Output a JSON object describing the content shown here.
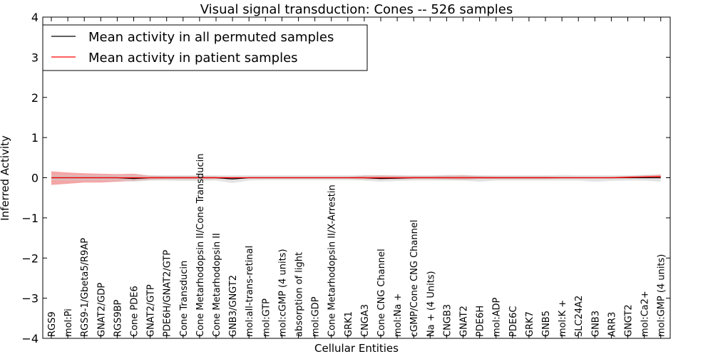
{
  "chart_data": {
    "type": "line",
    "title": "Visual signal transduction: Cones -- 526 samples",
    "xlabel": "Cellular Entities",
    "ylabel": "Inferred Activity",
    "ylim": [
      -4,
      4
    ],
    "yticks": [
      "−4",
      "−3",
      "−2",
      "−1",
      "0",
      "1",
      "2",
      "3",
      "4"
    ],
    "grid": false,
    "legend_position": "top-left",
    "categories": [
      "RGS9",
      "mol:Pi",
      "RGS9-1/Gbeta5/R9AP",
      "GNAT2/GDP",
      "RGS9BP",
      "Cone PDE6",
      "GNAT2/GTP",
      "PDE6H/GNAT2/GTP",
      "Cone Transducin",
      "Cone Metarhodopsin II/Cone Transducin",
      "Cone Metarhodopsin II",
      "GNB3/GNGT2",
      "mol:all-trans-retinal",
      "mol:GTP",
      "mol:cGMP (4 units)",
      "absorption of light",
      "mol:GDP",
      "Cone Metarhodopsin II/X-Arrestin",
      "GRK1",
      "CNGA3",
      "Cone CNG Channel",
      "mol:Na +",
      "cGMP/Cone CNG Channel",
      "Na + (4 Units)",
      "CNGB3",
      "GNAT2",
      "PDE6H",
      "mol:ADP",
      "PDE6C",
      "GRK7",
      "GNB5",
      "mol:K +",
      "SLC24A2",
      "GNB3",
      "ARR3",
      "GNGT2",
      "mol:Ca2+",
      "mol:GMP (4 units)"
    ],
    "series": [
      {
        "name": "Mean activity in all permuted samples",
        "color": "#000000",
        "values": [
          0,
          0,
          0,
          0,
          0,
          -0.02,
          0,
          0,
          0,
          0,
          0,
          -0.03,
          0,
          0,
          0,
          0,
          0,
          0,
          0,
          0,
          -0.02,
          -0.01,
          0,
          0,
          0,
          0,
          0,
          0,
          0,
          0,
          0,
          0,
          0,
          0,
          0,
          0,
          0,
          0
        ],
        "band_lower": [
          -0.06,
          -0.07,
          -0.07,
          -0.07,
          -0.07,
          -0.1,
          -0.07,
          -0.07,
          -0.08,
          -0.08,
          -0.07,
          -0.13,
          -0.07,
          -0.06,
          -0.06,
          -0.06,
          -0.06,
          -0.06,
          -0.06,
          -0.07,
          -0.1,
          -0.08,
          -0.07,
          -0.07,
          -0.07,
          -0.07,
          -0.1,
          -0.07,
          -0.07,
          -0.07,
          -0.07,
          -0.07,
          -0.07,
          -0.1,
          -0.08,
          -0.07,
          -0.07,
          -0.1
        ],
        "band_upper": [
          0.06,
          0.06,
          0.06,
          0.06,
          0.06,
          0.06,
          0.06,
          0.06,
          0.06,
          0.06,
          0.06,
          0.06,
          0.06,
          0.06,
          0.06,
          0.06,
          0.06,
          0.06,
          0.06,
          0.07,
          0.06,
          0.06,
          0.06,
          0.06,
          0.07,
          0.07,
          0.06,
          0.06,
          0.06,
          0.06,
          0.06,
          0.07,
          0.06,
          0.06,
          0.06,
          0.06,
          0.07,
          0.07
        ],
        "band_color": "#cccccc"
      },
      {
        "name": "Mean activity in patient samples",
        "color": "#ff0000",
        "values": [
          0,
          0,
          0,
          0,
          0,
          0,
          0,
          0,
          0,
          0,
          0,
          0,
          0,
          0,
          0,
          0,
          0,
          0,
          0,
          0,
          0,
          0,
          0,
          0,
          0,
          0,
          0,
          0,
          0,
          0,
          0,
          0,
          0,
          0,
          0,
          0.01,
          0.02,
          0.03
        ],
        "band_lower": [
          -0.18,
          -0.15,
          -0.12,
          -0.12,
          -0.1,
          -0.08,
          -0.05,
          -0.04,
          -0.04,
          -0.04,
          -0.03,
          -0.02,
          -0.02,
          -0.02,
          -0.02,
          -0.02,
          -0.02,
          -0.02,
          -0.02,
          -0.04,
          -0.04,
          -0.04,
          -0.03,
          -0.03,
          -0.04,
          -0.05,
          -0.03,
          -0.03,
          -0.03,
          -0.03,
          -0.03,
          -0.02,
          -0.02,
          -0.02,
          -0.02,
          -0.01,
          -0.01,
          -0.01
        ],
        "band_upper": [
          0.16,
          0.13,
          0.11,
          0.1,
          0.09,
          0.1,
          0.05,
          0.04,
          0.04,
          0.04,
          0.03,
          0.02,
          0.02,
          0.02,
          0.02,
          0.02,
          0.02,
          0.02,
          0.02,
          0.05,
          0.06,
          0.05,
          0.04,
          0.04,
          0.05,
          0.06,
          0.04,
          0.03,
          0.03,
          0.03,
          0.03,
          0.02,
          0.02,
          0.02,
          0.02,
          0.04,
          0.06,
          0.08
        ],
        "band_color": "#f08080"
      }
    ]
  }
}
